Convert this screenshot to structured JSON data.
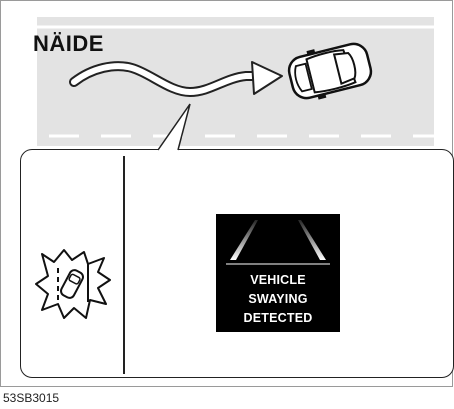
{
  "figure": {
    "label": "NÄIDE",
    "caption": "53SB3015"
  },
  "display": {
    "line1": "VEHICLE",
    "line2": "SWAYING",
    "line3": "DETECTED",
    "background_color": "#000000",
    "text_color": "#ffffff"
  },
  "icons": {
    "sway_path": "swaying-path-arrow-icon",
    "car": "car-top-view-icon",
    "warning": "lane-sway-warning-icon"
  },
  "colors": {
    "road": "#e3e3e3",
    "lane_marks": "#ffffff"
  }
}
